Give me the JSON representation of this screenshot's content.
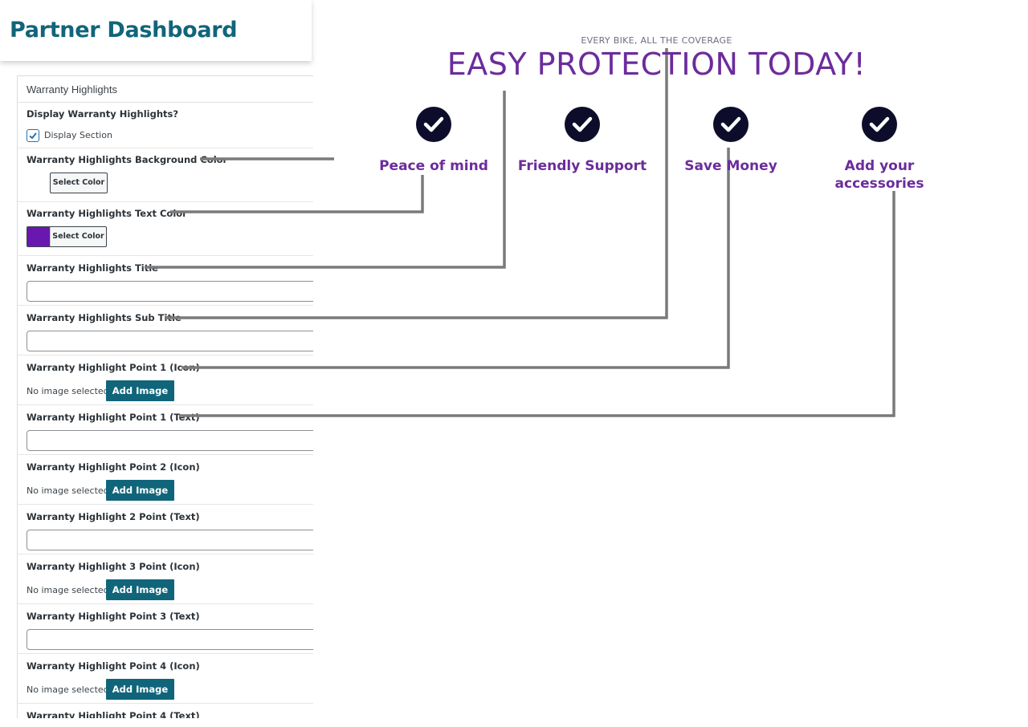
{
  "header": {
    "title": "Partner Dashboard"
  },
  "panel": {
    "title": "Warranty Highlights",
    "display_label": "Display Warranty Highlights?",
    "display_checkbox_label": "Display Section",
    "display_checked": true,
    "bg_color_label": "Warranty Highlights Background Color",
    "text_color_label": "Warranty Highlights Text Color",
    "select_color": "Select Color",
    "bg_color_value": "#ffffff",
    "text_color_value": "#6a17b0",
    "title_label": "Warranty Highlights Title",
    "subtitle_label": "Warranty Highlights Sub Title",
    "no_image": "No image selected",
    "add_image": "Add Image",
    "p1_icon_label": "Warranty Highlight Point 1 (Icon)",
    "p1_text_label": "Warranty Highlight Point 1 (Text)",
    "p2_icon_label": "Warranty Highlight Point 2 (Icon)",
    "p2_text_label": "Warranty Highlight 2 Point (Text)",
    "p3_icon_label": "Warranty Highlight 3 Point (Icon)",
    "p3_text_label": "Warranty Highlight Point 3 (Text)",
    "p4_icon_label": "Warranty Highlight Point 4 (Icon)",
    "p4_text_label": "Warranty Highlight Point 4 (Text)"
  },
  "preview": {
    "subtitle": "EVERY BIKE, ALL THE COVERAGE",
    "title": "EASY PROTECTION TODAY!",
    "points": [
      {
        "line1": "Peace of mind",
        "line2": "",
        "icon": "check-circle-icon"
      },
      {
        "line1": "Friendly Support",
        "line2": "",
        "icon": "check-circle-icon"
      },
      {
        "line1": "Save Money",
        "line2": "",
        "icon": "check-circle-icon"
      },
      {
        "line1": "Add your",
        "line2": "accessories",
        "icon": "check-circle-icon"
      }
    ]
  },
  "colors": {
    "brand_teal": "#11657a",
    "preview_purple": "#6b2c9c",
    "icon_navy": "#0d0d2b",
    "connector_gray": "#7a7a7a"
  }
}
